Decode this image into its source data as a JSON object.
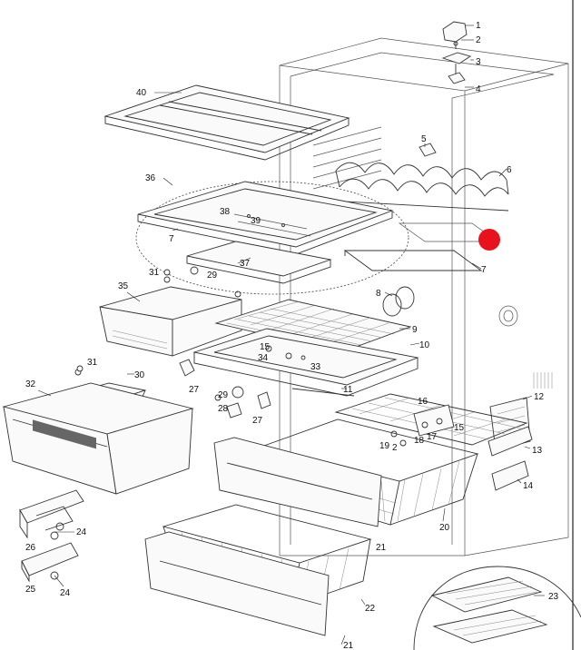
{
  "diagram": {
    "labels": {
      "n1": "1",
      "n2": "2",
      "n3": "3",
      "n4": "4",
      "n5": "5",
      "n6": "6",
      "n7a": "7",
      "n7b": "7",
      "n8": "8",
      "n9": "9",
      "n10": "10",
      "n11": "11",
      "n12": "12",
      "n13": "13",
      "n14": "14",
      "n15a": "15",
      "n15b": "15",
      "n16": "16",
      "n17": "17",
      "n18": "18",
      "n19": "19",
      "n20": "20",
      "n21": "21",
      "n22": "22",
      "n23": "23",
      "n24a": "24",
      "n24b": "24",
      "n25": "25",
      "n26": "26",
      "n27a": "27",
      "n27b": "27",
      "n28": "28",
      "n29a": "29",
      "n29b": "29",
      "n30": "30",
      "n31a": "31",
      "n31b": "31",
      "n32": "32",
      "n33": "33",
      "n34": "34",
      "n35": "35",
      "n36": "36",
      "n37": "37",
      "n38": "38",
      "n39": "39",
      "n40": "40",
      "n2b": "2",
      "n21b": "21"
    },
    "colors": {
      "marker": "#e8121c",
      "line": "#333333"
    }
  }
}
